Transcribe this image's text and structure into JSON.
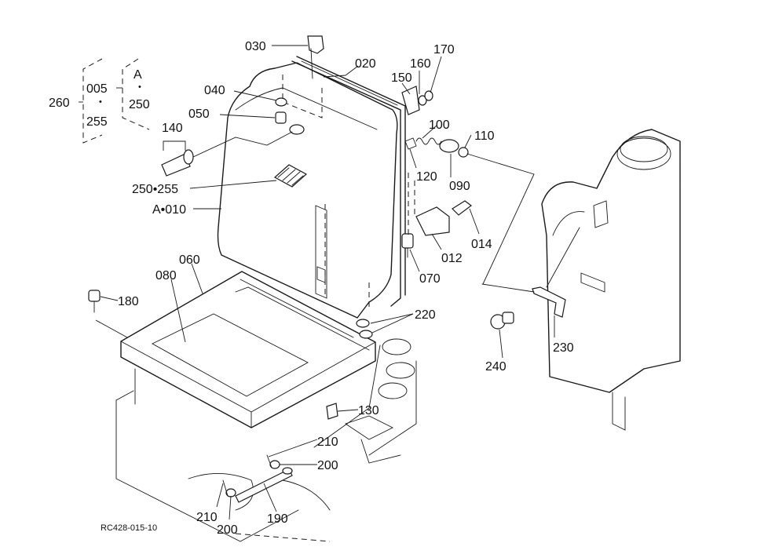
{
  "diagram": {
    "drawing_code": "RC428-015-10",
    "labels": {
      "l030": "030",
      "l020": "020",
      "l160": "160",
      "l170": "170",
      "l150": "150",
      "l040": "040",
      "l050": "050",
      "l140": "140",
      "l100": "100",
      "l110": "110",
      "l120": "120",
      "l090": "090",
      "l250_255": "250•255",
      "lA_010": "A•010",
      "l014": "014",
      "l012": "012",
      "l070": "070",
      "l060": "060",
      "l080": "080",
      "l180": "180",
      "l220": "220",
      "l230": "230",
      "l240": "240",
      "l130": "130",
      "l210a": "210",
      "l200a": "200",
      "l210b": "210",
      "l200b": "200",
      "l190": "190",
      "g260": "260",
      "g005": "005",
      "g255": "255",
      "gA": "A",
      "g250": "250"
    }
  }
}
